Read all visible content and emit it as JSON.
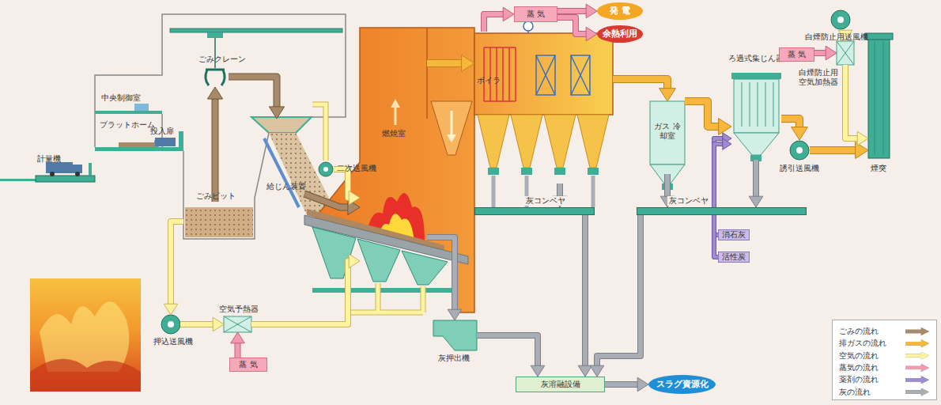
{
  "diagram": {
    "nodes": [
      {
        "text": [
          "ごみクレーン"
        ]
      },
      {
        "text": [
          "ごみピット"
        ]
      },
      {
        "text": [
          "給じん装置"
        ]
      },
      {
        "text": [
          "二次送風機"
        ]
      },
      {
        "text": [
          "燃焼室"
        ]
      },
      {
        "text": [
          "ボイラ"
        ]
      },
      {
        "text": [
          "蒸 気"
        ]
      },
      {
        "text": [
          "発 電"
        ]
      },
      {
        "text": [
          "余熱利用"
        ]
      },
      {
        "text": [
          "灰コンベヤ"
        ]
      },
      {
        "text": [
          "ガス 冷却室"
        ]
      },
      {
        "text": [
          "灰コンベヤ"
        ]
      },
      {
        "text": [
          "消石灰"
        ]
      },
      {
        "text": [
          "活性炭"
        ]
      },
      {
        "text": [
          "ろ過式集じん器"
        ]
      },
      {
        "text": [
          "誘引送風機"
        ]
      },
      {
        "text": [
          "白煙防止用送風機"
        ]
      },
      {
        "text": [
          "蒸 気"
        ]
      },
      {
        "text": [
          "白煙防止用 空気加熱器"
        ]
      },
      {
        "text": [
          "煙突"
        ]
      },
      {
        "text": [
          "押込送風機"
        ]
      },
      {
        "text": [
          "空気予熱器"
        ]
      },
      {
        "text": [
          "蒸 気"
        ]
      },
      {
        "text": [
          "灰押出機"
        ]
      },
      {
        "text": [
          "灰溶融設備"
        ]
      },
      {
        "text": [
          "スラグ資源化"
        ]
      }
    ],
    "edges": [
      {
        "from": 1,
        "to": 0,
        "arrow": "to"
      },
      {
        "from": 0,
        "to": 2,
        "arrow": "to"
      },
      {
        "from": 2,
        "to": 4,
        "arrow": "to"
      },
      {
        "from": 4,
        "to": 5,
        "arrow": "to"
      },
      {
        "from": 5,
        "to": 6,
        "arrow": "to"
      },
      {
        "from": 6,
        "to": 7,
        "arrow": "to"
      },
      {
        "from": 6,
        "to": 8,
        "arrow": "to"
      },
      {
        "from": 5,
        "to": 9,
        "arrow": "to"
      },
      {
        "from": 5,
        "to": 10,
        "arrow": "to"
      },
      {
        "from": 10,
        "to": 14,
        "arrow": "to"
      },
      {
        "from": 12,
        "to": 14,
        "arrow": "to"
      },
      {
        "from": 13,
        "to": 14,
        "arrow": "to"
      },
      {
        "from": 10,
        "to": 11,
        "arrow": "to"
      },
      {
        "from": 14,
        "to": 11,
        "arrow": "to"
      },
      {
        "from": 14,
        "to": 15,
        "arrow": "to"
      },
      {
        "from": 15,
        "to": 19,
        "arrow": "to"
      },
      {
        "from": 16,
        "to": 18,
        "arrow": "to"
      },
      {
        "from": 17,
        "to": 18,
        "arrow": "to"
      },
      {
        "from": 18,
        "to": 19,
        "arrow": "to"
      },
      {
        "from": 1,
        "to": 20,
        "arrow": "to"
      },
      {
        "from": 20,
        "to": 21,
        "arrow": "to"
      },
      {
        "from": 22,
        "to": 21,
        "arrow": "to"
      },
      {
        "from": 21,
        "to": 4,
        "arrow": "to"
      },
      {
        "from": 3,
        "to": 4,
        "arrow": "to"
      },
      {
        "from": 4,
        "to": 23,
        "arrow": "to"
      },
      {
        "from": 9,
        "to": 24,
        "arrow": "to"
      },
      {
        "from": 11,
        "to": 24,
        "arrow": "to"
      },
      {
        "from": 23,
        "to": 24,
        "arrow": "to"
      },
      {
        "from": 24,
        "to": 25,
        "arrow": "to"
      }
    ],
    "labels": [
      "計量機",
      "中央制御室",
      "プラットホーム",
      "投入扉"
    ],
    "legend": [
      {
        "text": "ごみの流れ",
        "color": "#a88a6a"
      },
      {
        "text": "排ガスの流れ",
        "color": "#f5b73c"
      },
      {
        "text": "空気の流れ",
        "color": "#fff3a0"
      },
      {
        "text": "蒸気の流れ",
        "color": "#f29ab0"
      },
      {
        "text": "薬剤の流れ",
        "color": "#a08bd0"
      },
      {
        "text": "灰の流れ",
        "color": "#a9adb6"
      }
    ]
  }
}
